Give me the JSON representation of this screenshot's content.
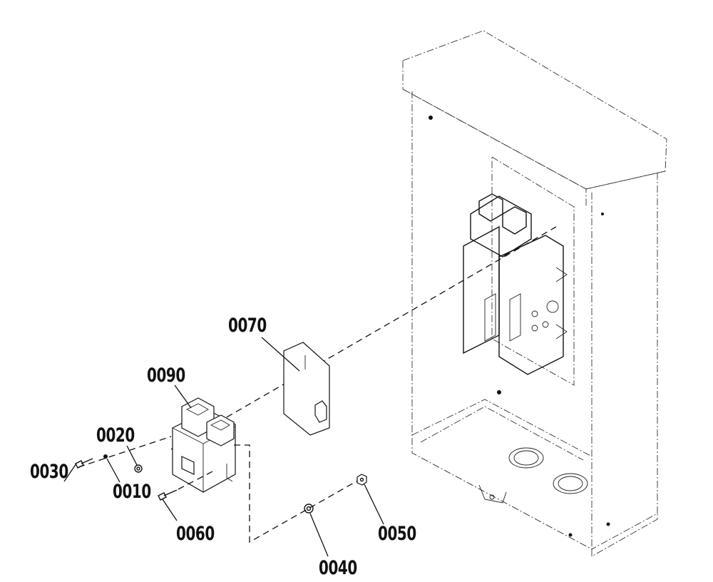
{
  "diagram": {
    "callouts": [
      {
        "id": "c0070",
        "label": "0070"
      },
      {
        "id": "c0090",
        "label": "0090"
      },
      {
        "id": "c0020",
        "label": "0020"
      },
      {
        "id": "c0030",
        "label": "0030"
      },
      {
        "id": "c0010",
        "label": "0010"
      },
      {
        "id": "c0060",
        "label": "0060"
      },
      {
        "id": "c0050",
        "label": "0050"
      },
      {
        "id": "c0040",
        "label": "0040"
      }
    ]
  }
}
